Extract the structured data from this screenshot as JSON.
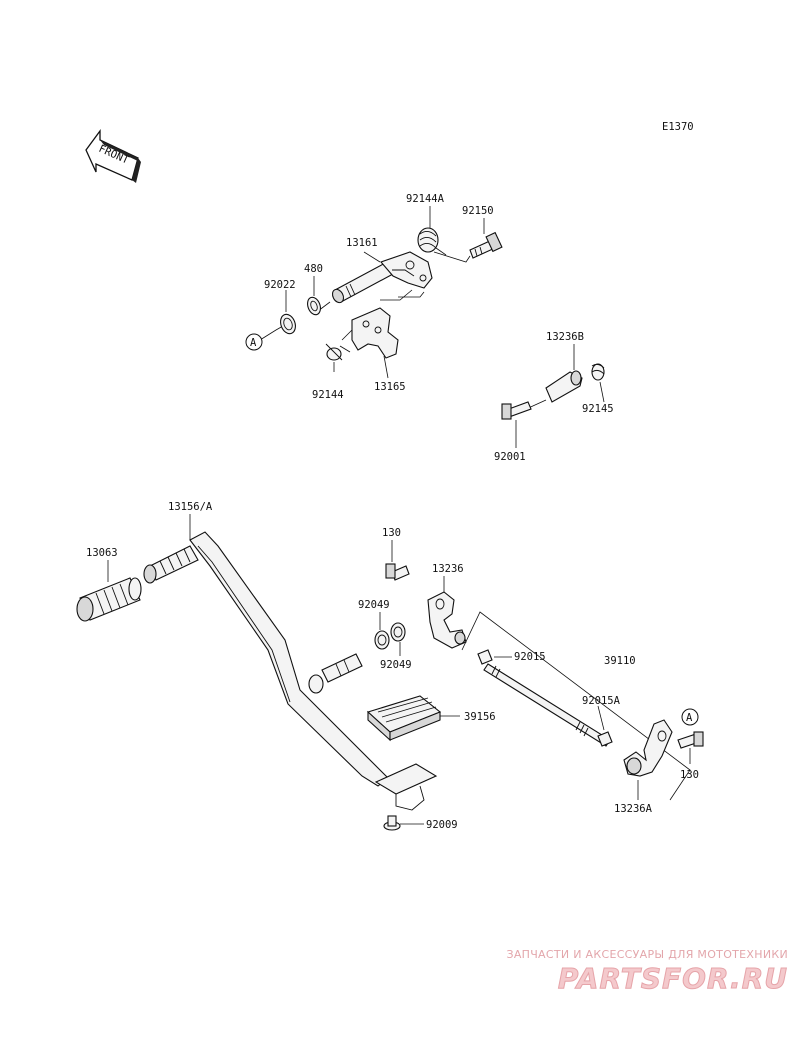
{
  "diagram": {
    "code": "E1370",
    "front_label": "FRONT",
    "ref_marker": "A",
    "parts": [
      {
        "id": "p-92144A",
        "label": "92144A"
      },
      {
        "id": "p-92150",
        "label": "92150"
      },
      {
        "id": "p-13161",
        "label": "13161"
      },
      {
        "id": "p-480",
        "label": "480"
      },
      {
        "id": "p-92022",
        "label": "92022"
      },
      {
        "id": "p-92144",
        "label": "92144"
      },
      {
        "id": "p-13165",
        "label": "13165"
      },
      {
        "id": "p-13236B",
        "label": "13236B"
      },
      {
        "id": "p-92145",
        "label": "92145"
      },
      {
        "id": "p-92001",
        "label": "92001"
      },
      {
        "id": "p-13156A",
        "label": "13156/A"
      },
      {
        "id": "p-13063",
        "label": "13063"
      },
      {
        "id": "p-130-top",
        "label": "130"
      },
      {
        "id": "p-13236",
        "label": "13236"
      },
      {
        "id": "p-92049-top",
        "label": "92049"
      },
      {
        "id": "p-92049-bot",
        "label": "92049"
      },
      {
        "id": "p-92015",
        "label": "92015"
      },
      {
        "id": "p-39110",
        "label": "39110"
      },
      {
        "id": "p-92015A",
        "label": "92015A"
      },
      {
        "id": "p-39156",
        "label": "39156"
      },
      {
        "id": "p-130-right",
        "label": "130"
      },
      {
        "id": "p-13236A",
        "label": "13236A"
      },
      {
        "id": "p-92009",
        "label": "92009"
      }
    ]
  },
  "watermark": {
    "subtitle": "ЗАПЧАСТИ И АКСЕССУАРЫ ДЛЯ МОТОТЕХНИКИ",
    "brand": "PARTSFOR.RU"
  }
}
